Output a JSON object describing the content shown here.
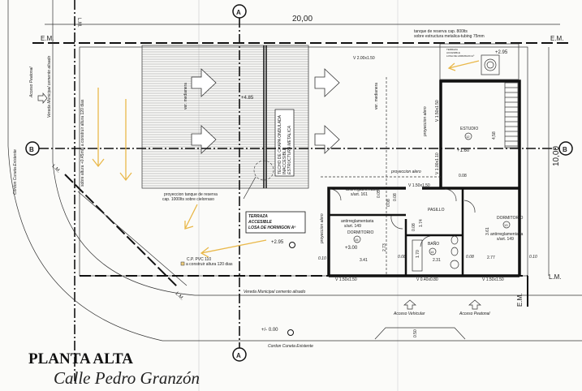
{
  "title": "PLANTA ALTA",
  "subtitle": "Calle Pedro Granzón",
  "axes": {
    "a": "A",
    "b": "B"
  },
  "dimensions": {
    "width": "20,00",
    "depth": "10,00",
    "estudio_h": "4,58",
    "dorm_left_w": "3.41",
    "bano_w": "2.31",
    "dorm_right_w": "2.77",
    "dorm_left_h": "2.73",
    "dorm_right_h": "3.61",
    "pasillo_h": "1.74",
    "banera": "1.70",
    "wall_010": "0.10",
    "wall_008": "0.08",
    "wall_008b": "0.08",
    "wall_010r": "0.10",
    "top_005": "0.05",
    "top_008": "0.08",
    "vereda_050": "0.50",
    "wall_008c": "0.08",
    "wall_008d": "0.08"
  },
  "labels": {
    "em_left": "E.M.",
    "em_right": "E.M.",
    "em_bottom": "E.M.",
    "lm_top": "L.M.",
    "lm_diag": "L.M.",
    "lm_right": "L.M.",
    "lm_bottom": "L.M.",
    "tanque_800": "tanque de reserva cap. 800lts",
    "tanque_800b": "sobre estructura metalica-tubing 75mm",
    "tanque_1000": "proyeccion tanque de reserva",
    "tanque_1000b": "cap. 1000lts sobre cielorraso",
    "techo": [
      "TECHO DE CHAPA ONDULADA",
      "INACCESIBLE",
      "ESTRUCTURA METALICA"
    ],
    "terraza": [
      "TERRAZA",
      "ACCESIBLE",
      "LOSA DE HORMIGON Aº"
    ],
    "terraza_small": [
      "TERRAZA",
      "ACCESIBLE",
      "LOSA DE HORMIGON Aº"
    ],
    "cp": "C.P. PVC 110",
    "cp2": "a construir altura 120 dias",
    "acceso_peatonal_left": "Acceso Peatonal",
    "vereda_left": "Vereda Municipal cemento alisado",
    "cordon_left": "Cordon Cuneta Existente",
    "muro_left": "sobre altura +0.45mts a construir altura 120 dias",
    "proy_alero_1": "proyeccion alero",
    "proy_alero_2": "proyeccion alero",
    "proy_alero_3": "proyeccion alero",
    "vereda_bottom": "Vereda Municipal cemento alisado",
    "acceso_vehicular": "Acceso Vehicular",
    "acceso_peatonal": "Acceso Peatonal",
    "cordon_bottom": "Cordon Cuneta Existente",
    "muro_med": "ver. medianera",
    "muro_med2": "ver. medianera"
  },
  "levels": {
    "roof": "+4.85",
    "terrace": "+2.95",
    "tank": "+2.95",
    "estudio": "+1.60",
    "dorm": "+3.00",
    "ground": "+/- 0.00"
  },
  "windows": {
    "w1": "V 2.00x1.50",
    "w2": "V 1.50x1.50",
    "w3": "V 1.00x1.10",
    "w4": "V 1.50x1.50",
    "w5": "V 1.50x1.50",
    "w6": "V 0.40x0.80",
    "w7": "V 1.50x1.50"
  },
  "rooms": {
    "estudio": {
      "name": "ESTUDIO",
      "num": "12"
    },
    "pasillo": {
      "name": "PASILLO"
    },
    "dorm_left": {
      "name": "DORMITORIO",
      "num": "15",
      "note": "antirreglamentaria",
      "note2": "s/art. 149"
    },
    "bano": {
      "name": "BAÑO",
      "num": "14"
    },
    "dorm_right": {
      "name": "DORMITORIO",
      "num": "13",
      "note": "antirreglamentaria",
      "note2": "s/art. 149"
    },
    "hall_note": "antirreglamentaria",
    "hall_note2": "s/art. 161"
  }
}
